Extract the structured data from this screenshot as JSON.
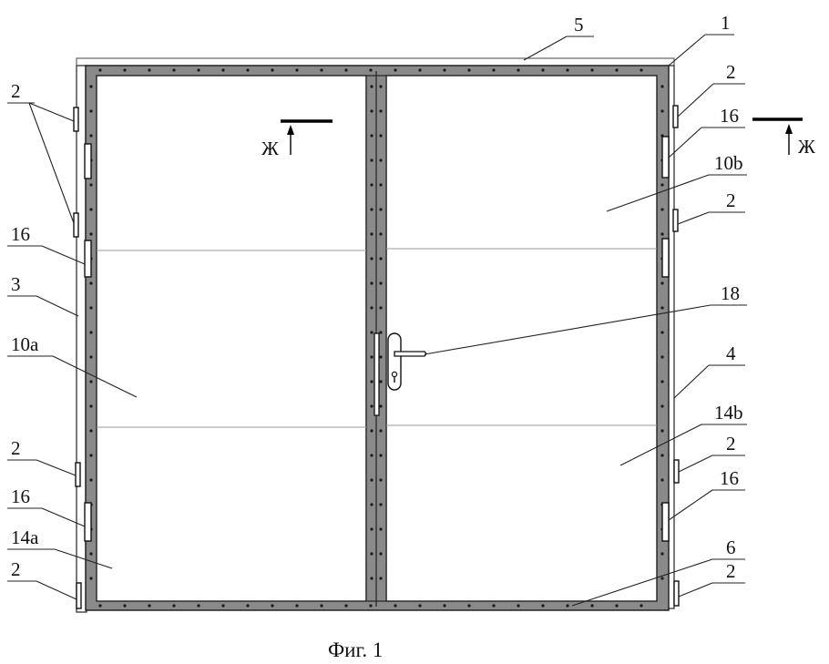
{
  "labels": {
    "l5": "5",
    "l1": "1",
    "l2_top_left": "2",
    "l16_left_upper": "16",
    "l3": "3",
    "l10a": "10a",
    "l2_left_lower": "2",
    "l16_left_lower": "16",
    "l14a": "14a",
    "l2_left_bottom": "2",
    "l2_right_top": "2",
    "l16_right_upper": "16",
    "l10b": "10b",
    "l2_right_mid": "2",
    "l18": "18",
    "l4": "4",
    "l14b": "14b",
    "l2_right_lower": "2",
    "l16_right_lower": "16",
    "l6": "6",
    "l2_right_bottom": "2"
  },
  "section_marks": {
    "left": "Ж",
    "right": "Ж"
  },
  "caption": "Фиг. 1"
}
